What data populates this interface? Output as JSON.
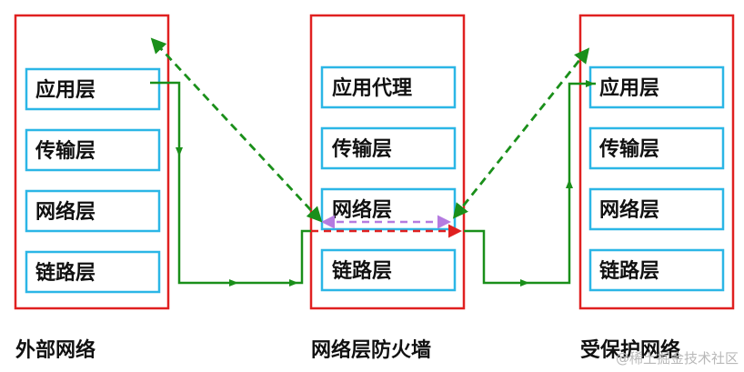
{
  "zones": {
    "external": {
      "caption": "外部网络",
      "layers": [
        "应用层",
        "传输层",
        "网络层",
        "链路层"
      ]
    },
    "firewall": {
      "caption": "网络层防火墙",
      "layers": [
        "应用代理",
        "传输层",
        "网络层",
        "链路层"
      ]
    },
    "protected": {
      "caption": "受保护网络",
      "layers": [
        "应用层",
        "传输层",
        "网络层",
        "链路层"
      ]
    }
  },
  "watermark": "@稀土掘金技术社区",
  "colors": {
    "zone_border": "#e02020",
    "layer_border": "#2bb6e6",
    "physical_path": "#1a8f1a",
    "logical_path": "#1a8f1a",
    "firewall_path": "#e02020",
    "inspection_path": "#b57be0"
  }
}
